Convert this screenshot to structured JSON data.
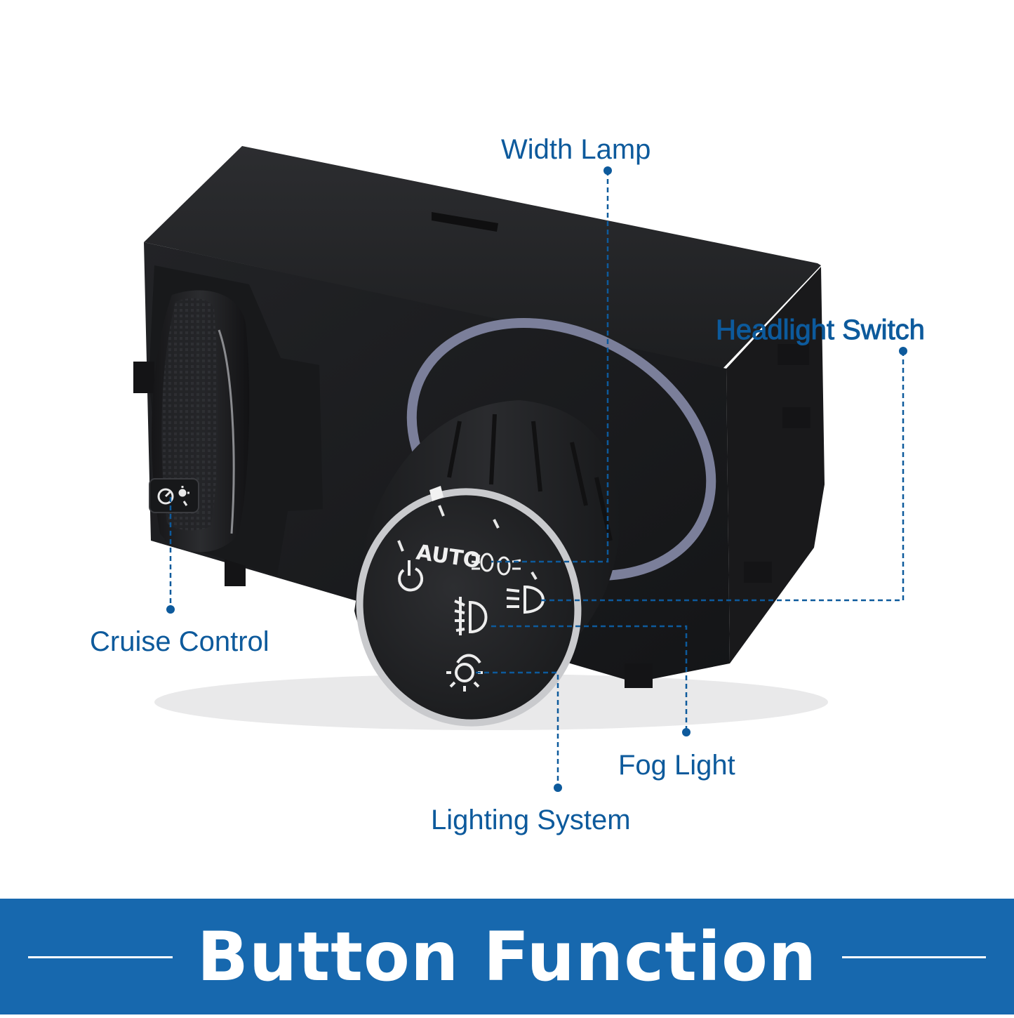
{
  "callouts": {
    "width_lamp": "Width Lamp",
    "headlight_switch": "Headlight Switch",
    "cruise_control": "Cruise Control",
    "fog_light": "Fog Light",
    "lighting_system": "Lighting System"
  },
  "dial": {
    "auto_label": "AUTO"
  },
  "banner": {
    "title": "Button Function"
  },
  "colors": {
    "accent_blue": "#0d5a9c",
    "banner_blue": "#1768ae",
    "housing": "#1c1d1f",
    "ring": "#7a7e98"
  }
}
